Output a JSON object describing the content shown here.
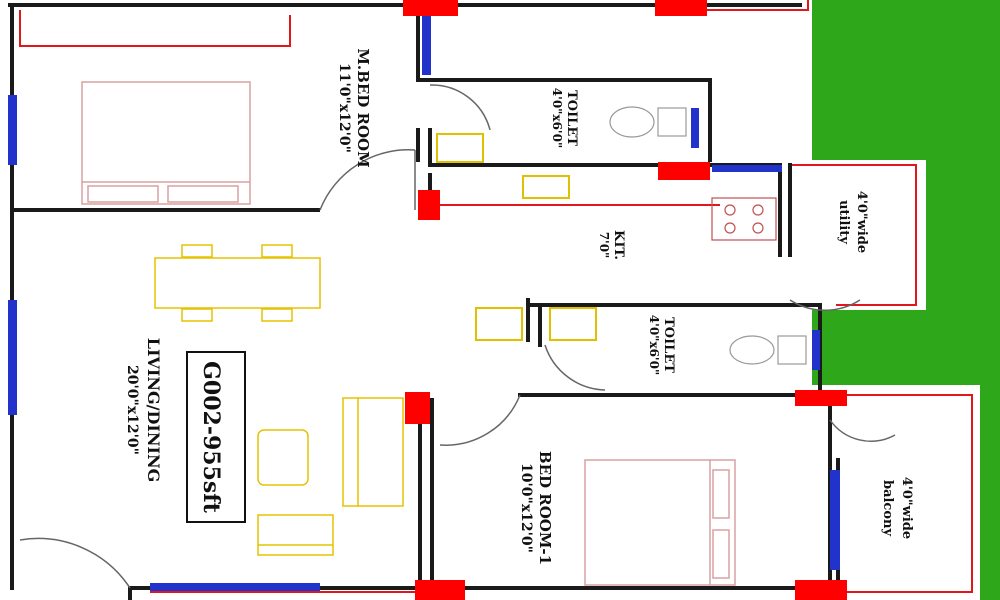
{
  "plan": {
    "unit_id": "G002-955sft",
    "rooms": {
      "master_bedroom": {
        "name": "M.BED ROOM",
        "size": "11'0\"x12'0\""
      },
      "toilet_1": {
        "name": "TOILET",
        "size": "4'0\"x6'0\""
      },
      "kitchen": {
        "name": "KIT.",
        "size": "7'0\""
      },
      "utility": {
        "name": "utility",
        "size": "4'0\"wide"
      },
      "toilet_2": {
        "name": "TOILET",
        "size": "4'0\"x6'0\""
      },
      "living": {
        "name": "LIVING/DINING",
        "size": "20'0\"x12'0\""
      },
      "bedroom_1": {
        "name": "BED ROOM-1",
        "size": "10'0\"x12'0\""
      },
      "balcony": {
        "name": "balcony",
        "size": "4'0\"wide"
      }
    }
  },
  "colors": {
    "wall": "#1a1a1a",
    "window": "#2233cc",
    "column": "#ff0000",
    "outline": "#e0181c",
    "furniture": "#e6c200",
    "bed": "#d9a0a0",
    "fixture": "#e0c000",
    "grass": "#2ea81a",
    "door": "#666666"
  }
}
